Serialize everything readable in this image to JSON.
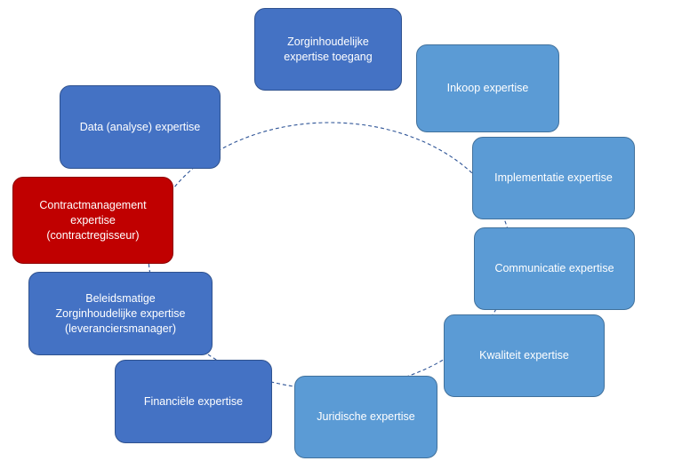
{
  "diagram": {
    "colors": {
      "dark_blue": "#4472c4",
      "light_blue": "#5b9bd5",
      "red": "#c00000",
      "ring": "#2f5597"
    },
    "nodes": [
      {
        "id": "zorginhoudelijke-toegang",
        "label": "Zorginhoudelijke\nexpertise toegang",
        "style": "dark"
      },
      {
        "id": "inkoop",
        "label": "Inkoop  expertise",
        "style": "light"
      },
      {
        "id": "implementatie",
        "label": "Implementatie expertise",
        "style": "light"
      },
      {
        "id": "communicatie",
        "label": "Communicatie expertise",
        "style": "light"
      },
      {
        "id": "kwaliteit",
        "label": "Kwaliteit expertise",
        "style": "light"
      },
      {
        "id": "juridische",
        "label": "Juridische expertise",
        "style": "light"
      },
      {
        "id": "financiele",
        "label": "Financiële expertise",
        "style": "dark"
      },
      {
        "id": "beleidsmatige",
        "label": "Beleidsmatige\nZorginhoudelijke expertise\n(leveranciersmanager)",
        "style": "dark"
      },
      {
        "id": "contractmanagement",
        "label": "Contractmanagement\nexpertise\n(contractregisseur)",
        "style": "red"
      },
      {
        "id": "data-analyse",
        "label": "Data (analyse) expertise",
        "style": "dark"
      }
    ]
  }
}
